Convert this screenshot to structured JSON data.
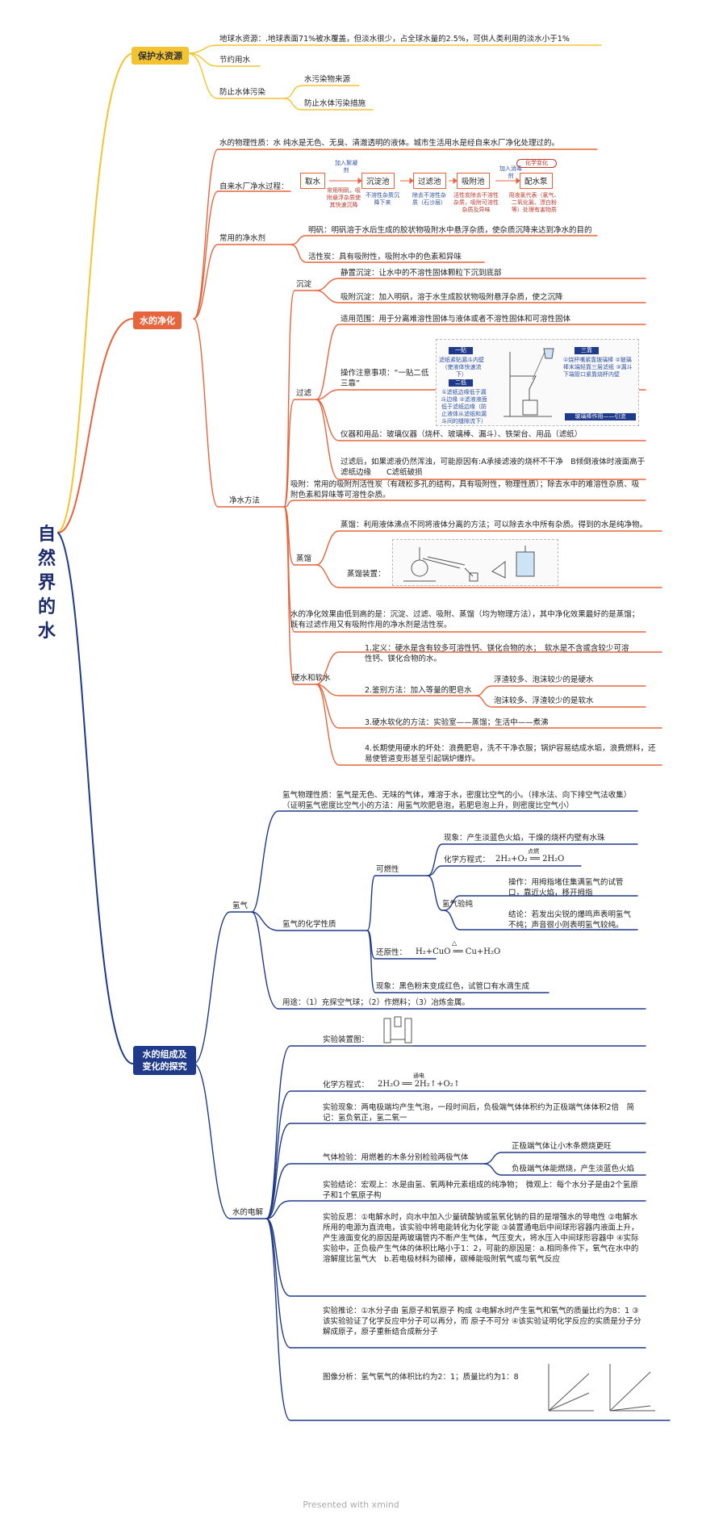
{
  "root": "自然界的水",
  "sections": {
    "protect": {
      "label": "保护水资源",
      "items": [
        "地球水资源：.地球表面71%被水覆盖，但淡水很少，占全球水量的2.5%，可供人类利用的淡水小于1%",
        "节约用水",
        "防止水体污染"
      ],
      "pollution": [
        "水污染物来源",
        "防止水体污染措施"
      ]
    },
    "purify": {
      "label": "水的净化",
      "physical": "水的物理性质：水 纯水是无色、无臭、清澈透明的液体。城市生活用水是经自来水厂净化处理过的。",
      "plant_label": "自来水厂净水过程：",
      "plant_steps": [
        "取水",
        "沉淀池",
        "过滤池",
        "吸附池",
        "配水泵"
      ],
      "plant_notes": {
        "add1": "加入絮凝剂",
        "n1": "常用明矾，吸附悬浮杂质使其快速沉降",
        "n2": "不溶性杂质沉降下来",
        "n3": "除去不溶性杂质（石沙层）",
        "n4": "活性炭除去不溶性杂质，吸附可溶性杂质及异味",
        "add2": "加入消毒剂",
        "chem": "化学变化",
        "n5": "用液氯代表（氯气、二氧化氯、漂白粉等）处理有害物质"
      },
      "agents_label": "常用的净水剂",
      "agents": [
        "明矾：明矾溶于水后生成的胶状物吸附水中悬浮杂质，使杂质沉降来达到净水的目的",
        "活性炭：具有吸附性，吸附水中的色素和异味"
      ],
      "methods_label": "净水方法",
      "sediment_label": "沉淀",
      "sediment": [
        "静置沉淀：让水中的不溶性固体颗粒下沉到底部",
        "吸附沉淀：加入明矾，溶于水生成胶状物吸附悬浮杂质，使之沉降"
      ],
      "filter_label": "过滤",
      "filter_scope": "适用范围：用于分离难溶性固体与液体或者不溶性固体和可溶性固体",
      "filter_ops": "操作注意事项：“一贴二低三靠”",
      "filter_notes": {
        "yi_tie": "一贴",
        "yi_tie_text": "滤纸紧贴漏斗内壁（使液体快速流下）",
        "er_di": "二低",
        "er_di_text": "①滤纸边缘低于漏斗边缘 ②滤液液面低于滤纸边缘（防止液体从滤纸和漏斗间的缝隙流下）",
        "san_kao": "三靠",
        "san_kao_text": "①烧杯嘴紧靠玻璃棒 ②玻璃棒末端轻靠三层滤纸 ③漏斗下端管口紧靠烧杯内壁",
        "glass_rod": "玻璃棒作用——引流"
      },
      "filter_tools": "仪器和用品：玻璃仪器（烧杯、玻璃棒、漏斗）、铁架台、用品（滤纸）",
      "filter_fail": "过滤后，如果滤液仍然浑浊，可能原因有:A承接滤液的烧杯不干净　B倾倒液体时液面高于滤纸边缘　　C滤纸破损",
      "adsorb": "吸附：常用的吸附剂活性炭（有疏松多孔的结构，具有吸附性，物理性质）；除去水中的难溶性杂质、吸附色素和异味等可溶性杂质。",
      "distill_label": "蒸馏",
      "distill_def": "蒸馏：利用液体沸点不同将液体分离的方法；可以除去水中所有杂质。得到的水是纯净物。",
      "distill_device": "蒸馏装置：",
      "effect": "水的净化效果由低到高的是：沉淀、过滤、吸附、蒸馏（均为物理方法），其中净化效果最好的是蒸馏；既有过滤作用又有吸附作用的净水剂是活性炭。",
      "hard_label": "硬水和软水",
      "hard_def": "1.定义：硬水是含有较多可溶性钙、镁化合物的水；　软水是不含或含较少可溶性钙、镁化合物的水。",
      "hard_identify": "2.鉴别方法：加入等量的肥皂水",
      "hard_results": [
        "浮渣较多、泡沫较少的是硬水",
        "泡沫较多、浮渣较少的是软水"
      ],
      "hard_soften": "3.硬水软化的方法：实验室——蒸馏；生活中——煮沸",
      "hard_harm": "4.长期使用硬水的坏处：浪费肥皂，洗不干净衣服；锅炉容易结成水垢，浪费燃料，还易使管道变形甚至引起锅炉爆炸。"
    },
    "composition": {
      "label": "水的组成及变化的探究",
      "h2_label": "氢气",
      "h2_phys": "氢气物理性质：氢气是无色、无味的气体，难溶于水，密度比空气的小。（排水法、向下排空气法收集）（证明氢气密度比空气小的方法：用氢气吹肥皂泡，若肥皂泡上升，则密度比空气小）",
      "h2_chem_label": "氢气的化学性质",
      "combust_label": "可燃性",
      "combust_phen": "现象：产生淡蓝色火焰，干燥的烧杯内壁有水珠",
      "combust_eq_label": "化学方程式：",
      "combust_eq": "2H₂+O₂ ══ 2H₂O",
      "combust_cond": "点燃",
      "purity_label": "氢气验纯",
      "purity_op": "操作：用拇指堵住集满氢气的试管口，靠近火焰，移开拇指",
      "purity_res": "结论：若发出尖锐的爆鸣声表明氢气不纯；声音很小则表明氢气较纯。",
      "reduce_label": "还原性：",
      "reduce_eq": "H₂+CuO ══ Cu+H₂O",
      "reduce_cond": "△",
      "reduce_phen": "现象：黑色粉末变成红色，试管口有水滴生成",
      "uses": "用途：（1）充探空气球；（2）作燃料；（3）冶炼金属。",
      "elec_label": "水的电解",
      "device": "实验装置图：",
      "eq_label": "化学方程式：",
      "eq": "2H₂O ══ 2H₂↑+O₂↑",
      "eq_cond": "通电",
      "phenomenon": "实验现象：两电极端均产生气泡，一段时间后，负极端气体体积约为正极端气体体积2倍　简记：氢负氧正，氢二氧一",
      "gas_test": "气体检验：用燃着的木条分别检验两极气体",
      "gas_results": [
        "正极端气体让小木条燃烧更旺",
        "负极端气体能燃烧，产生淡蓝色火焰"
      ],
      "conclusion": "实验结论：宏观上：水是由氢、氧两种元素组成的纯净物；　微观上：每个水分子是由2个氢原子和1个氧原子构",
      "reflection": "实验反思：①电解水时，向水中加入少量硫酸钠或氢氧化钠的目的是增强水的导电性 ②电解水所用的电源为直流电，该实验中将电能转化为化学能 ③装置通电后中间球形容器内液面上升，产生液面变化的原因是两玻璃管内不断产生气体，气压变大，将水压入中间球形容器中 ④实际实验中，正负极产生气体的体积比略小于1：2，可能的原因是：a.相同条件下，氧气在水中的溶解度比氢气大　b.若电极材料为碳棒，碳棒能吸附氧气或与氧气反应",
      "inference": "实验推论：①水分子由 氢原子和氧原子 构成 ②电解水时产生氢气和氧气的质量比约为8：1 ③该实验验证了化学反应中分子可以再分，而 原子不可分 ④该实验证明化学反应的实质是分子分解成原子，原子重新结合成新分子",
      "graph": "图像分析：氢气氧气的体积比约为2：1；质量比约为1：8"
    }
  },
  "colors": {
    "yellow": "#f4c430",
    "orange": "#e8643c",
    "blue": "#1f3a8a"
  },
  "footer": "Presented with xmind"
}
